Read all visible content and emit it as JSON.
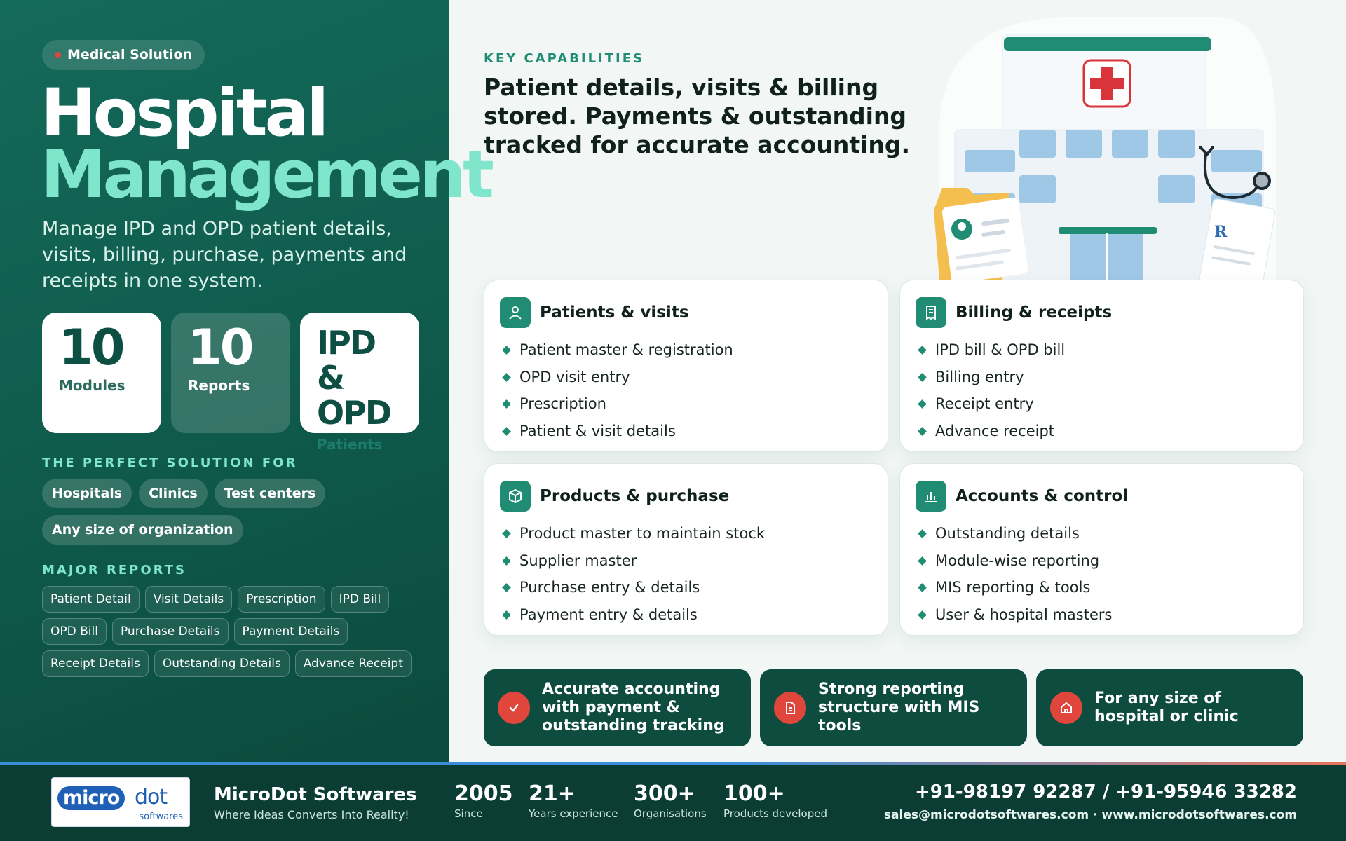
{
  "left": {
    "tag": "Medical Solution",
    "title_line1": "Hospital",
    "title_line2": "Management",
    "lead": "Manage IPD and OPD patient details, visits, billing, purchase, payments and receipts in one system.",
    "stats": [
      {
        "num": "10",
        "label": "Modules"
      },
      {
        "num": "10",
        "label": "Reports"
      },
      {
        "num": "IPD & OPD",
        "label": "Patients"
      }
    ],
    "solution_heading": "THE PERFECT SOLUTION FOR",
    "solutions": [
      "Hospitals",
      "Clinics",
      "Test centers",
      "Any size of organization"
    ],
    "reports_heading": "MAJOR REPORTS",
    "reports": [
      "Patient Detail",
      "Visit Details",
      "Prescription",
      "IPD Bill",
      "OPD Bill",
      "Purchase Details",
      "Payment Details",
      "Receipt Details",
      "Outstanding Details",
      "Advance Receipt"
    ]
  },
  "right": {
    "kicker": "KEY CAPABILITIES",
    "headline": "Patient details, visits & billing stored. Payments & outstanding tracked for accurate accounting."
  },
  "cards": [
    {
      "title": "Patients & visits",
      "icon": "user-icon",
      "items": [
        "Patient master & registration",
        "OPD visit entry",
        "Prescription",
        "Patient & visit details"
      ]
    },
    {
      "title": "Billing & receipts",
      "icon": "receipt-icon",
      "items": [
        "IPD bill & OPD bill",
        "Billing entry",
        "Receipt entry",
        "Advance receipt"
      ]
    },
    {
      "title": "Products & purchase",
      "icon": "box-icon",
      "items": [
        "Product master to maintain stock",
        "Supplier master",
        "Purchase entry & details",
        "Payment entry & details"
      ]
    },
    {
      "title": "Accounts & control",
      "icon": "chart-icon",
      "items": [
        "Outstanding details",
        "Module-wise reporting",
        "MIS reporting & tools",
        "User & hospital masters"
      ]
    }
  ],
  "features": [
    {
      "text": "Accurate accounting with payment & outstanding tracking",
      "icon": "check-icon"
    },
    {
      "text": "Strong reporting structure with MIS tools",
      "icon": "document-icon"
    },
    {
      "text": "For any size of hospital or clinic",
      "icon": "home-icon"
    }
  ],
  "footer": {
    "logo_micro": "micro",
    "logo_dot": "dot",
    "logo_softwares": "softwares",
    "brand": "MicroDot Softwares",
    "tagline": "Where Ideas Converts Into Reality!",
    "stats": [
      {
        "num": "2005",
        "label": "Since"
      },
      {
        "num": "21+",
        "label": "Years experience"
      },
      {
        "num": "300+",
        "label": "Organisations"
      },
      {
        "num": "100+",
        "label": "Products developed"
      }
    ],
    "phone": "+91-98197 92287 / +91-95946 33282",
    "contact": "sales@microdotsoftwares.com · www.microdotsoftwares.com"
  },
  "colors": {
    "brand_green": "#0f5a4b",
    "accent_mint": "#7fe6cc",
    "icon_green": "#1f8c73",
    "red": "#e0463c"
  }
}
